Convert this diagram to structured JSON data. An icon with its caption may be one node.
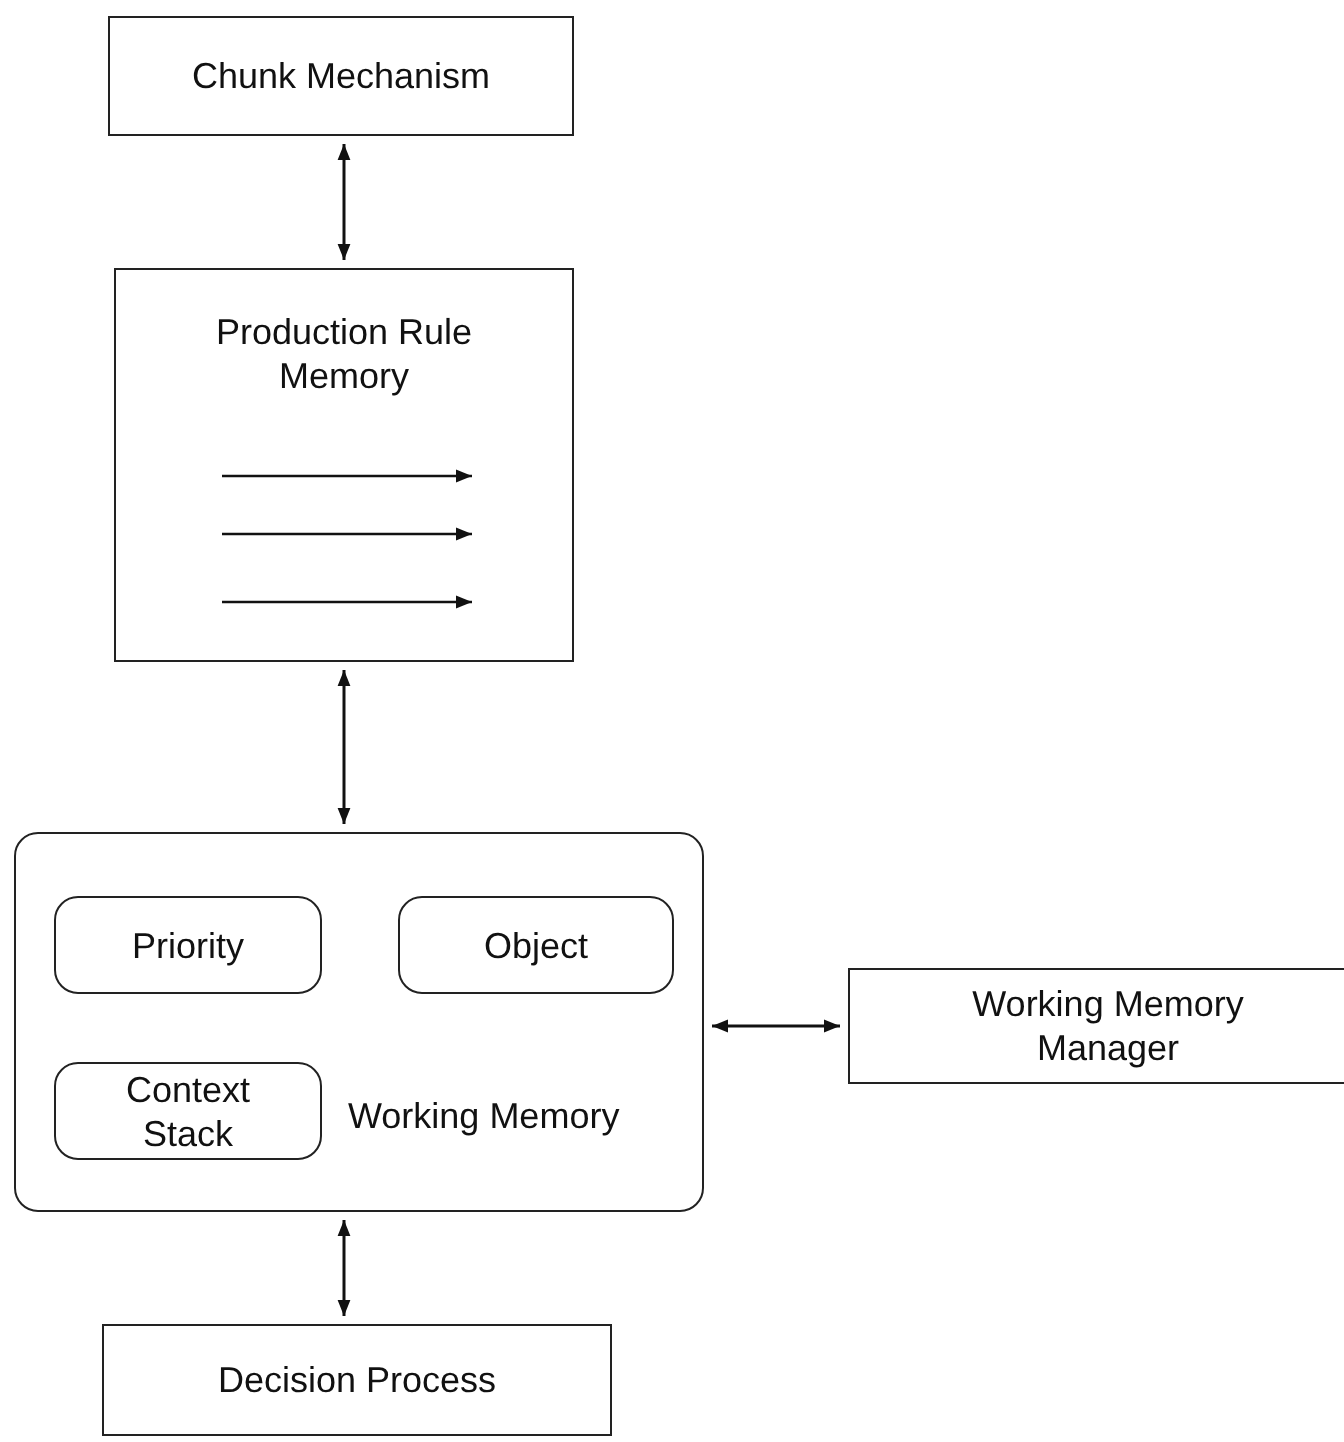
{
  "diagram": {
    "nodes": [
      {
        "text": [
          "Chunk Mechanism"
        ]
      },
      {
        "text": [
          "Production Rule Memory"
        ]
      },
      {
        "text": [
          "Working Memory"
        ]
      },
      {
        "text": [
          "Priority"
        ],
        "in": 2
      },
      {
        "text": [
          "Object"
        ],
        "in": 2
      },
      {
        "text": [
          "Context Stack"
        ],
        "in": 2
      },
      {
        "text": [
          "Working Memory Manager"
        ]
      },
      {
        "text": [
          "Decision Process"
        ]
      }
    ],
    "edges": [
      {
        "from": 0,
        "to": 1,
        "arrow": "both"
      },
      {
        "from": 1,
        "to": 2,
        "arrow": "both"
      },
      {
        "from": 2,
        "to": 6,
        "arrow": "both"
      },
      {
        "from": 2,
        "to": 7,
        "arrow": "both"
      }
    ]
  }
}
